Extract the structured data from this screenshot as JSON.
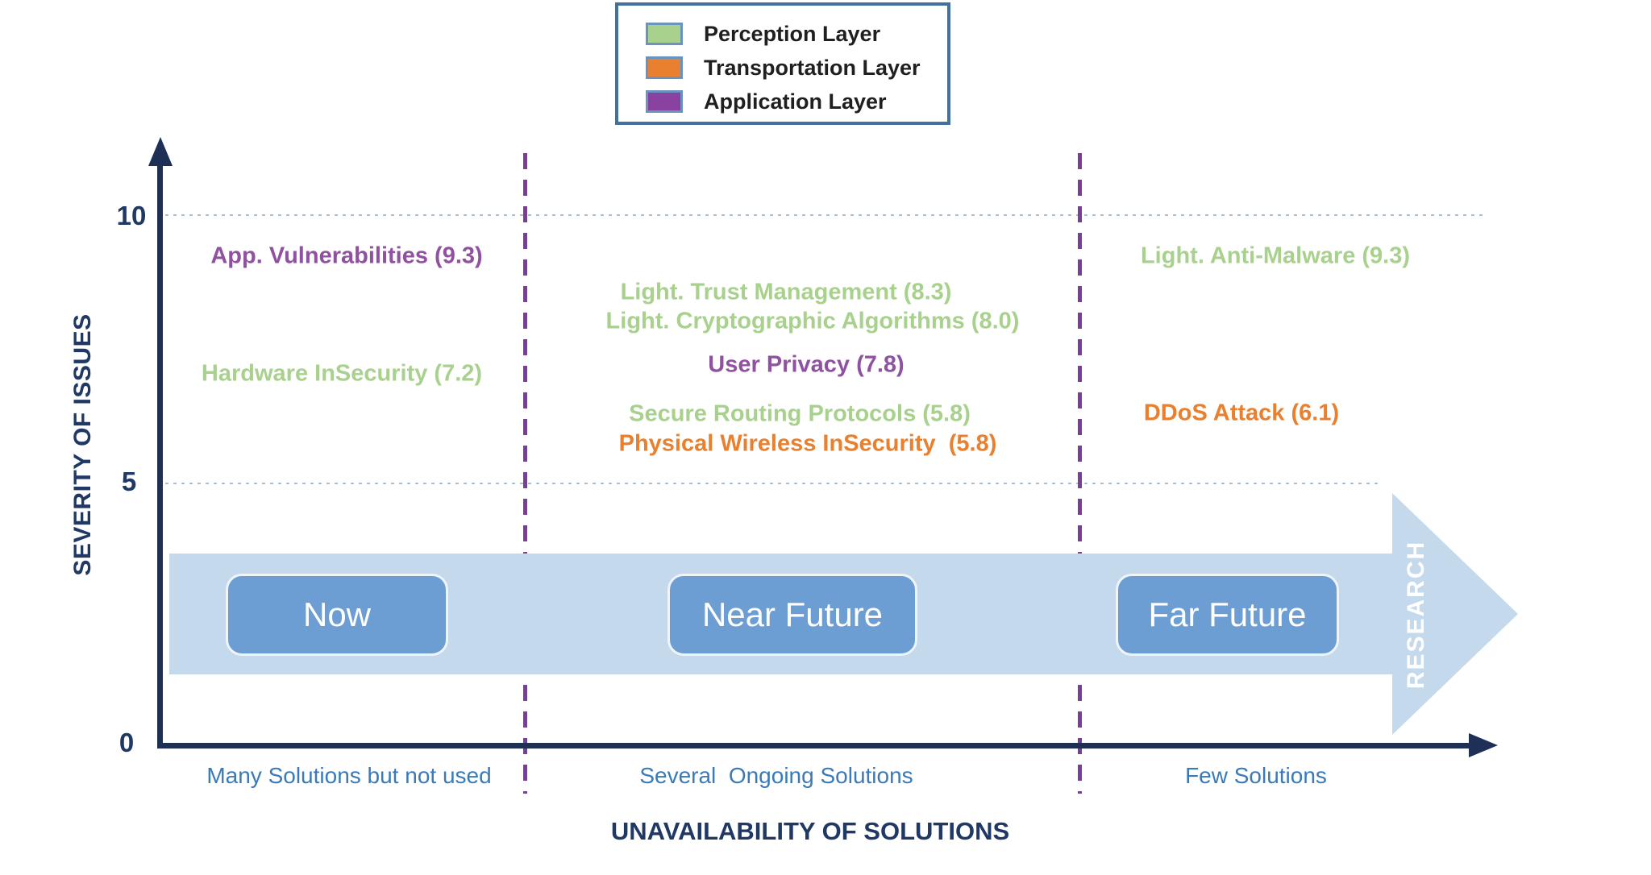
{
  "legend": {
    "border_color": "#41719c",
    "items": [
      {
        "label": "Perception Layer",
        "color": "#a9d18e"
      },
      {
        "label": "Transportation Layer",
        "color": "#e8802f"
      },
      {
        "label": "Application Layer",
        "color": "#8a42a0"
      }
    ]
  },
  "axes": {
    "y_title": "SEVERITY OF ISSUES",
    "x_title": "UNAVAILABILITY OF SOLUTIONS",
    "y_ticks": [
      "0",
      "5",
      "10"
    ]
  },
  "timeline": {
    "periods": [
      "Now",
      "Near Future",
      "Far Future"
    ],
    "research_label": "RESEARCH",
    "band_color": "#c5d9ed",
    "button_color": "#6d9ed3"
  },
  "sections": [
    {
      "period": "Now",
      "solutions_label": "Many Solutions but not used"
    },
    {
      "period": "Near Future",
      "solutions_label": "Several  Ongoing Solutions"
    },
    {
      "period": "Far Future",
      "solutions_label": "Few Solutions"
    }
  ],
  "issues": [
    {
      "text": "App. Vulnerabilities (9.3)",
      "layer": "Application Layer",
      "severity": 9.3,
      "section": "Now"
    },
    {
      "text": "Hardware InSecurity (7.2)",
      "layer": "Perception Layer",
      "severity": 7.2,
      "section": "Now"
    },
    {
      "text": "Light. Trust Management (8.3)",
      "layer": "Perception Layer",
      "severity": 8.3,
      "section": "Near Future"
    },
    {
      "text": "Light. Cryptographic Algorithms (8.0)",
      "layer": "Perception Layer",
      "severity": 8.0,
      "section": "Near Future"
    },
    {
      "text": "User Privacy (7.8)",
      "layer": "Application Layer",
      "severity": 7.8,
      "section": "Near Future"
    },
    {
      "text": "Secure Routing Protocols (5.8)",
      "layer": "Perception Layer",
      "severity": 5.8,
      "section": "Near Future"
    },
    {
      "text": "Physical Wireless InSecurity  (5.8)",
      "layer": "Transportation Layer",
      "severity": 5.8,
      "section": "Near Future"
    },
    {
      "text": "Light. Anti-Malware (9.3)",
      "layer": "Perception Layer",
      "severity": 9.3,
      "section": "Far Future"
    },
    {
      "text": "DDoS Attack (6.1)",
      "layer": "Transportation Layer",
      "severity": 6.1,
      "section": "Far Future"
    }
  ],
  "chart_data": {
    "type": "scatter",
    "title": "",
    "xlabel": "UNAVAILABILITY OF SOLUTIONS",
    "ylabel": "SEVERITY OF ISSUES",
    "ylim": [
      0,
      10
    ],
    "yticks": [
      0,
      5,
      10
    ],
    "gridlines_at": [
      5,
      10
    ],
    "grid": "dotted horizontal",
    "legend_position": "top-center",
    "x_sections": [
      {
        "period": "Now",
        "solutions": "Many Solutions but not used"
      },
      {
        "period": "Near Future",
        "solutions": "Several  Ongoing Solutions"
      },
      {
        "period": "Far Future",
        "solutions": "Few Solutions"
      }
    ],
    "series": [
      {
        "name": "Perception Layer",
        "color": "#a9d18e",
        "points": [
          {
            "label": "Hardware InSecurity",
            "value": 7.2,
            "section": "Now"
          },
          {
            "label": "Light. Trust Management",
            "value": 8.3,
            "section": "Near Future"
          },
          {
            "label": "Light. Cryptographic Algorithms",
            "value": 8.0,
            "section": "Near Future"
          },
          {
            "label": "Secure Routing Protocols",
            "value": 5.8,
            "section": "Near Future"
          },
          {
            "label": "Light. Anti-Malware",
            "value": 9.3,
            "section": "Far Future"
          }
        ]
      },
      {
        "name": "Transportation Layer",
        "color": "#e8802f",
        "points": [
          {
            "label": "Physical Wireless InSecurity",
            "value": 5.8,
            "section": "Near Future"
          },
          {
            "label": "DDoS Attack",
            "value": 6.1,
            "section": "Far Future"
          }
        ]
      },
      {
        "name": "Application Layer",
        "color": "#8a42a0",
        "points": [
          {
            "label": "App. Vulnerabilities",
            "value": 9.3,
            "section": "Now"
          },
          {
            "label": "User Privacy",
            "value": 7.8,
            "section": "Near Future"
          }
        ]
      }
    ],
    "annotations": {
      "timeline_arrow_label": "RESEARCH",
      "timeline_periods": [
        "Now",
        "Near Future",
        "Far Future"
      ]
    }
  }
}
